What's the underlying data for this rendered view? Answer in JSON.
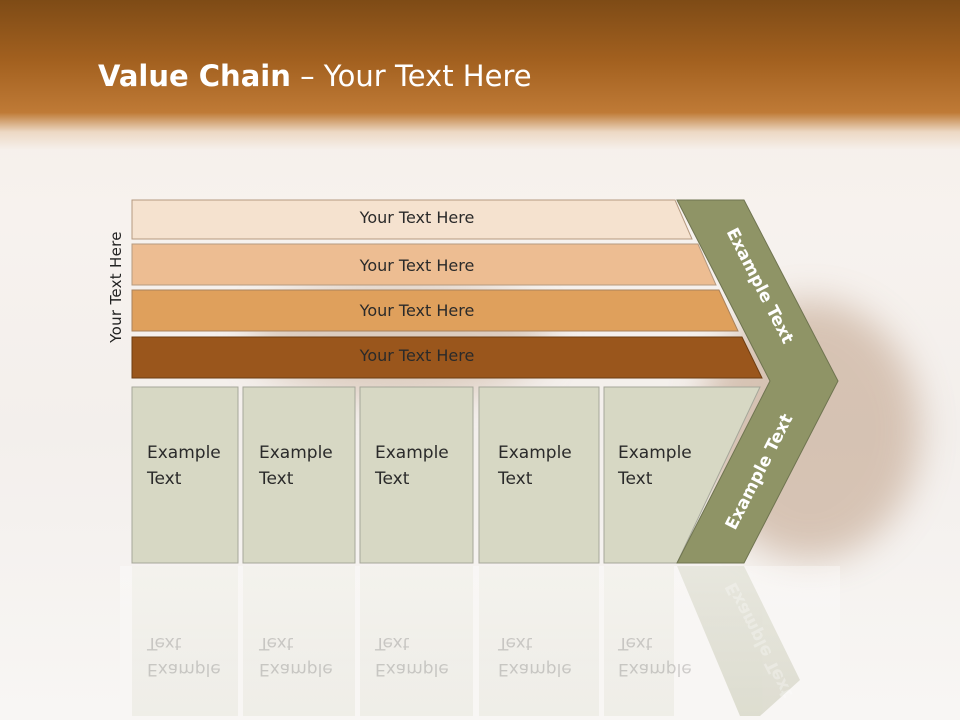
{
  "title": {
    "bold": "Value Chain",
    "rest": " – Your Text Here"
  },
  "vertical_label": "Your Text Here",
  "bars": [
    {
      "label": "Your Text Here",
      "color": "#f5e2cf"
    },
    {
      "label": "Your Text Here",
      "color": "#edbd92"
    },
    {
      "label": "Your Text Here",
      "color": "#dfa05c"
    },
    {
      "label": "Your Text Here",
      "color": "#9a561c"
    }
  ],
  "boxes": [
    {
      "line1": "Example",
      "line2": "Text"
    },
    {
      "line1": "Example",
      "line2": "Text"
    },
    {
      "line1": "Example",
      "line2": "Text"
    },
    {
      "line1": "Example",
      "line2": "Text"
    },
    {
      "line1": "Example",
      "line2": "Text"
    }
  ],
  "arrow": {
    "upper_label": "Example Text",
    "lower_label": "Example Text",
    "color": "#8f9466"
  },
  "box_color": "#d7d8c4"
}
